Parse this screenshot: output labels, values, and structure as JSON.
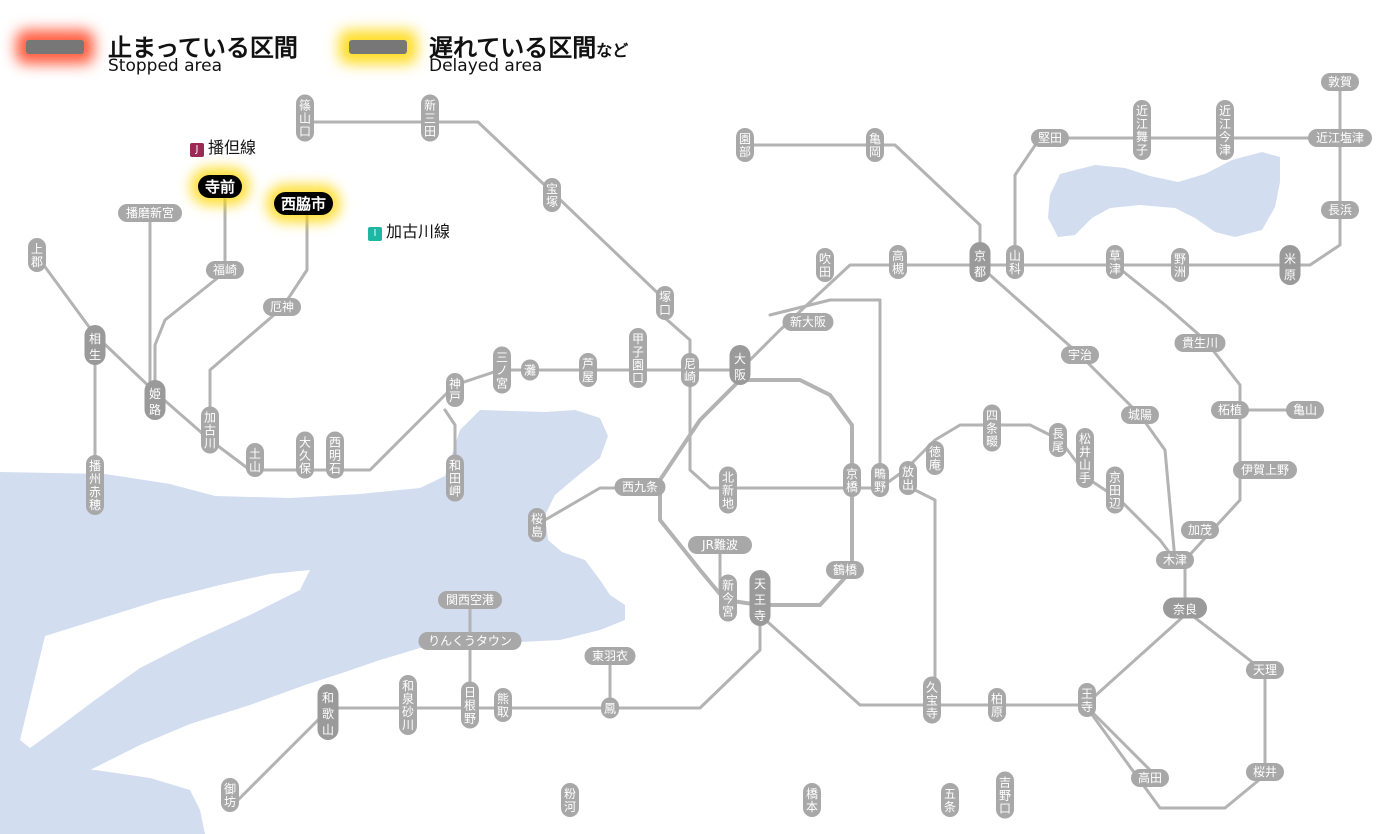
{
  "legend": {
    "stopped_ja": "止まっている区間",
    "stopped_en": "Stopped area",
    "delayed_ja": "遅れている区間",
    "delayed_suffix": "など",
    "delayed_en": "Delayed area"
  },
  "lines": {
    "bantan": {
      "mark": "J",
      "name": "播但線",
      "color": "#9b2a55"
    },
    "kakogawa": {
      "mark": "I",
      "name": "加古川線",
      "color": "#1fb6a3"
    }
  },
  "highlighted": {
    "teramae": "寺前",
    "nishiwakishi": "西脇市"
  },
  "stations": {
    "sasayamaguchi": "篠山口",
    "shinsanda": "新三田",
    "takarazuka": "宝塚",
    "tsukaguchi": "塚口",
    "amagasaki": "尼崎",
    "koshienguchi": "甲子園口",
    "ashiya": "芦屋",
    "nada": "灘",
    "sannomiya": "三ノ宮",
    "kobe": "神戸",
    "wadamisaki": "和田岬",
    "nishiakashi": "西明石",
    "okubo": "大久保",
    "tsuchiyama": "土山",
    "kakogawa": "加古川",
    "himeji": "姫路",
    "aioi": "相生",
    "kamigori": "上郡",
    "banshuako": "播州赤穂",
    "harimashingu": "播磨新宮",
    "fukusaki": "福崎",
    "yashiro": "厄神",
    "sonobe": "園部",
    "kameoka": "亀岡",
    "kyoto": "京都",
    "yamashina": "山科",
    "katata": "堅田",
    "omimaiko": "近江舞子",
    "omiimazu": "近江今津",
    "tsuruga": "敦賀",
    "omishiotsu": "近江塩津",
    "nagahama": "長浜",
    "maibara": "米原",
    "yasu": "野洲",
    "kusatsu": "草津",
    "takatsuki": "高槻",
    "suita": "吹田",
    "shinosaka": "新大阪",
    "osaka": "大阪",
    "uji": "宇治",
    "johyo": "城陽",
    "kizu": "木津",
    "nara": "奈良",
    "kamo": "加茂",
    "igaueno": "伊賀上野",
    "tsuge": "柘植",
    "kameyama": "亀山",
    "kibukawa": "貴生川",
    "kyobashi": "京橋",
    "kitashinchi": "北新地",
    "nishikujo": "西九条",
    "sakurajima": "桜島",
    "jrnamba": "JR難波",
    "shinimamiya": "新今宮",
    "tennoji": "天王寺",
    "tsuruhashi": "鶴橋",
    "shigino": "鴫野",
    "hanaten": "放出",
    "tokuan": "徳庵",
    "shijonawate": "四条畷",
    "nagao": "長尾",
    "matsuiyamate": "松井山手",
    "kyotanabe": "京田辺",
    "kyuhoji": "久宝寺",
    "kashiwara": "柏原",
    "oji": "王寺",
    "takada": "高田",
    "sakurai": "桜井",
    "tenri": "天理",
    "yoshinoguchi": "吉野口",
    "gojo": "五条",
    "hashimoto": "橋本",
    "kokawa": "粉河",
    "wakayama": "和歌山",
    "gobo": "御坊",
    "izumisunagawa": "和泉砂川",
    "hineno": "日根野",
    "kumatori": "熊取",
    "otori": "鳳",
    "higashihagoromo": "東羽衣",
    "rinkuutown": "りんくうタウン",
    "kansaiairport": "関西空港"
  },
  "colors": {
    "line": "#b3b3b3",
    "water": "#d2ddf0",
    "station": "#a0a0a0",
    "stopped_glow": "#ff2800",
    "delayed_glow": "#ffd700"
  }
}
